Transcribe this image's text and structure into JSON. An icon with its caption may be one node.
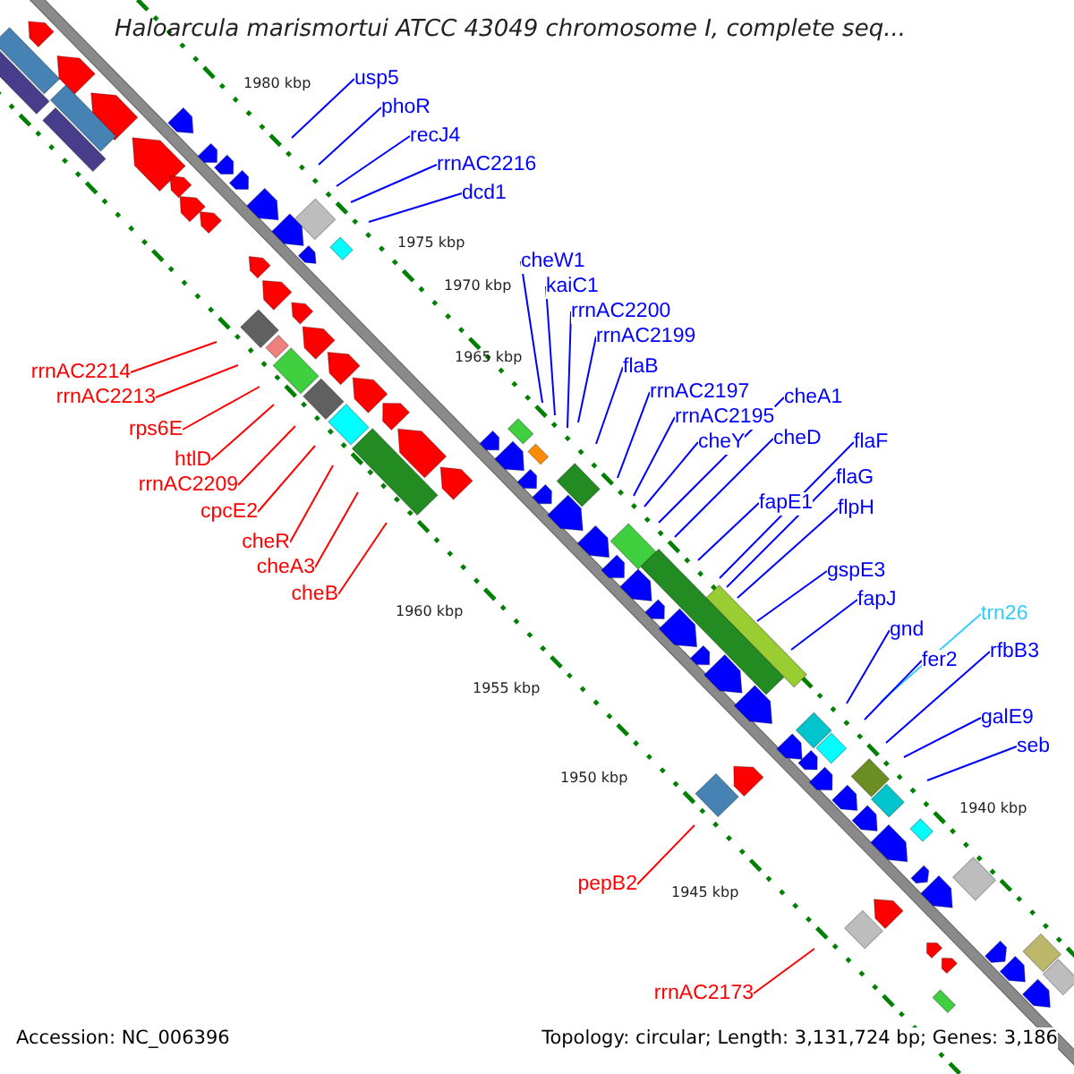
{
  "diagram": {
    "title": "Haloarcula marismortui ATCC 43049 chromosome I, complete seq...",
    "nodes": [
      {
        "text": [
          "usp5"
        ]
      },
      {
        "text": [
          "phoR"
        ]
      },
      {
        "text": [
          "recJ4"
        ]
      },
      {
        "text": [
          "rrnAC2216"
        ]
      },
      {
        "text": [
          "dcd1"
        ]
      },
      {
        "text": [
          "cheW1"
        ]
      },
      {
        "text": [
          "kaiC1"
        ]
      },
      {
        "text": [
          "rrnAC2200"
        ]
      },
      {
        "text": [
          "rrnAC2199"
        ]
      },
      {
        "text": [
          "flaB"
        ]
      },
      {
        "text": [
          "rrnAC2197"
        ]
      },
      {
        "text": [
          "rrnAC2195"
        ]
      },
      {
        "text": [
          "cheY"
        ]
      },
      {
        "text": [
          "cheA1"
        ]
      },
      {
        "text": [
          "cheD"
        ]
      },
      {
        "text": [
          "flaF"
        ]
      },
      {
        "text": [
          "flaG"
        ]
      },
      {
        "text": [
          "flpH"
        ]
      },
      {
        "text": [
          "fapE1"
        ]
      },
      {
        "text": [
          "gspE3"
        ]
      },
      {
        "text": [
          "fapJ"
        ]
      },
      {
        "text": [
          "gnd"
        ]
      },
      {
        "text": [
          "trn26"
        ]
      },
      {
        "text": [
          "fer2"
        ]
      },
      {
        "text": [
          "rfbB3"
        ]
      },
      {
        "text": [
          "galE9"
        ]
      },
      {
        "text": [
          "seb"
        ]
      },
      {
        "text": [
          "rrnAC2214"
        ]
      },
      {
        "text": [
          "rrnAC2213"
        ]
      },
      {
        "text": [
          "rps6E"
        ]
      },
      {
        "text": [
          "htlD"
        ]
      },
      {
        "text": [
          "rrnAC2209"
        ]
      },
      {
        "text": [
          "cpcE2"
        ]
      },
      {
        "text": [
          "cheR"
        ]
      },
      {
        "text": [
          "cheA3"
        ]
      },
      {
        "text": [
          "cheB"
        ]
      },
      {
        "text": [
          "pepB2"
        ]
      },
      {
        "text": [
          "rrnAC2173"
        ]
      }
    ],
    "edges": [
      {
        "from": 0,
        "to": null,
        "arrow": "none"
      },
      {
        "from": 1,
        "to": null,
        "arrow": "none"
      },
      {
        "from": 2,
        "to": null,
        "arrow": "none"
      },
      {
        "from": 3,
        "to": null,
        "arrow": "none"
      },
      {
        "from": 4,
        "to": null,
        "arrow": "none"
      },
      {
        "from": 5,
        "to": null,
        "arrow": "none"
      },
      {
        "from": 6,
        "to": null,
        "arrow": "none"
      },
      {
        "from": 7,
        "to": null,
        "arrow": "none"
      },
      {
        "from": 8,
        "to": null,
        "arrow": "none"
      },
      {
        "from": 9,
        "to": null,
        "arrow": "none"
      },
      {
        "from": 10,
        "to": null,
        "arrow": "none"
      },
      {
        "from": 11,
        "to": null,
        "arrow": "none"
      },
      {
        "from": 12,
        "to": null,
        "arrow": "none"
      },
      {
        "from": 13,
        "to": null,
        "arrow": "none"
      },
      {
        "from": 14,
        "to": null,
        "arrow": "none"
      },
      {
        "from": 15,
        "to": null,
        "arrow": "none"
      },
      {
        "from": 16,
        "to": null,
        "arrow": "none"
      },
      {
        "from": 17,
        "to": null,
        "arrow": "none"
      },
      {
        "from": 18,
        "to": null,
        "arrow": "none"
      },
      {
        "from": 19,
        "to": null,
        "arrow": "none"
      },
      {
        "from": 20,
        "to": null,
        "arrow": "none"
      },
      {
        "from": 21,
        "to": null,
        "arrow": "none"
      },
      {
        "from": 22,
        "to": null,
        "arrow": "none",
        "color": "#33ccff"
      },
      {
        "from": 23,
        "to": null,
        "arrow": "none"
      },
      {
        "from": 24,
        "to": null,
        "arrow": "none"
      },
      {
        "from": 25,
        "to": null,
        "arrow": "none"
      },
      {
        "from": 26,
        "to": null,
        "arrow": "none"
      },
      {
        "from": 27,
        "to": null,
        "arrow": "none",
        "color": "#ff0000"
      },
      {
        "from": 28,
        "to": null,
        "arrow": "none",
        "color": "#ff0000"
      },
      {
        "from": 29,
        "to": null,
        "arrow": "none",
        "color": "#ff0000"
      },
      {
        "from": 30,
        "to": null,
        "arrow": "none",
        "color": "#ff0000"
      },
      {
        "from": 31,
        "to": null,
        "arrow": "none",
        "color": "#ff0000"
      },
      {
        "from": 32,
        "to": null,
        "arrow": "none",
        "color": "#ff0000"
      },
      {
        "from": 33,
        "to": null,
        "arrow": "none",
        "color": "#ff0000"
      },
      {
        "from": 34,
        "to": null,
        "arrow": "none",
        "color": "#ff0000"
      },
      {
        "from": 35,
        "to": null,
        "arrow": "none",
        "color": "#ff0000"
      },
      {
        "from": 36,
        "to": null,
        "arrow": "none",
        "color": "#ff0000"
      },
      {
        "from": 37,
        "to": null,
        "arrow": "none",
        "color": "#ff0000"
      }
    ],
    "labels": [
      "1980 kbp",
      "1975 kbp",
      "1970 kbp",
      "1965 kbp",
      "1960 kbp",
      "1955 kbp",
      "1950 kbp",
      "1945 kbp",
      "1940 kbp",
      "Accession: NC_006396",
      "Topology: circular; Length: 3,131,724 bp; Genes: 3,186"
    ]
  }
}
